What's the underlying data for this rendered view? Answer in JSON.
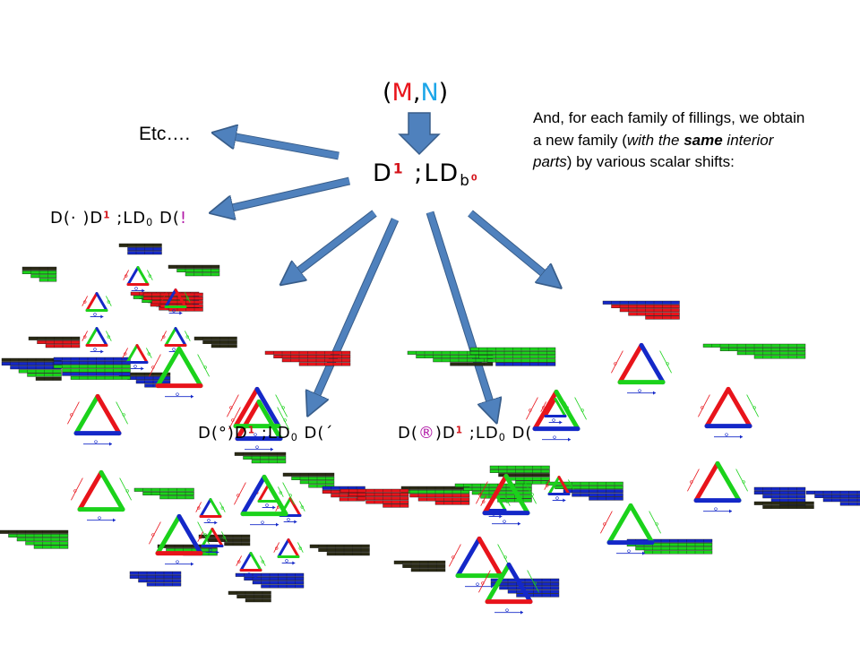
{
  "title": {
    "open": "(",
    "m": "M",
    "comma": ",",
    "n": "N",
    "close": ")"
  },
  "etc": "Etc….",
  "note": {
    "p1": "And, for each family of fillings, we obtain a new family (",
    "with": "with",
    "p2": " the ",
    "same": "same",
    "p3": " interior parts",
    "p4": ") by various scalar shifts:"
  },
  "formula_center": {
    "a": "D",
    "sup": "1",
    "b": " ;LD",
    "sub": "b",
    "subsup": "0"
  },
  "formula_left": {
    "a": "D(· )D",
    "sup": "1",
    "b": " ;LD",
    "sub": "0",
    "c": " D(",
    "d": "!"
  },
  "formula_mid1": {
    "a": "D(°)D",
    "sup": "1",
    "b": " ;LD",
    "sub": "0",
    "c": " D(´"
  },
  "formula_mid2": {
    "a": "D(",
    "mark": "®",
    "b": ")D",
    "sup": "1",
    "c": " ;LD",
    "sub": "0",
    "d": " D("
  },
  "colors": {
    "arrow": "#4f81bd",
    "arrow_stroke": "#385d8a",
    "red": "#e8141b",
    "green": "#1bd21b",
    "blue": "#1428c8",
    "dark": "#2a2a14"
  },
  "tableaux": [
    {
      "rows": [
        [
          0,
          4,
          "dark"
        ],
        [
          1,
          4,
          "green"
        ],
        [
          2,
          3,
          "green"
        ],
        [
          3,
          2,
          "green"
        ]
      ]
    },
    {
      "rows": [
        [
          0,
          5,
          "dark"
        ],
        [
          1,
          4,
          "blue"
        ],
        [
          2,
          4,
          "blue"
        ]
      ]
    },
    {
      "rows": [
        [
          0,
          6,
          "dark"
        ],
        [
          1,
          5,
          "green"
        ],
        [
          2,
          4,
          "green"
        ]
      ]
    },
    {
      "rows": [
        [
          0,
          8,
          "red"
        ],
        [
          1,
          7,
          "blue"
        ],
        [
          2,
          6,
          "blue"
        ],
        [
          3,
          5,
          "blue"
        ],
        [
          4,
          3,
          "red"
        ]
      ]
    },
    {
      "rows": [
        [
          0,
          6,
          "dark"
        ],
        [
          1,
          5,
          "red"
        ],
        [
          2,
          4,
          "red"
        ]
      ]
    },
    {
      "rows": [
        [
          0,
          5,
          "dark"
        ],
        [
          1,
          4,
          "dark"
        ],
        [
          2,
          3,
          "dark"
        ]
      ]
    },
    {
      "rows": [
        [
          0,
          7,
          "dark"
        ],
        [
          1,
          7,
          "blue"
        ],
        [
          2,
          6,
          "blue"
        ],
        [
          3,
          5,
          "green"
        ],
        [
          4,
          4,
          "green"
        ],
        [
          5,
          3,
          "dark"
        ]
      ]
    },
    {
      "rows": [
        [
          0,
          10,
          "red"
        ],
        [
          1,
          9,
          "red"
        ],
        [
          2,
          8,
          "red"
        ],
        [
          3,
          6,
          "red"
        ]
      ]
    },
    {
      "rows": [
        [
          0,
          10,
          "green"
        ],
        [
          1,
          9,
          "green"
        ],
        [
          2,
          7,
          "green"
        ],
        [
          3,
          5,
          "dark"
        ]
      ]
    },
    {
      "rows": [
        [
          0,
          9,
          "blue"
        ],
        [
          1,
          8,
          "red"
        ],
        [
          2,
          7,
          "red"
        ],
        [
          3,
          6,
          "red"
        ],
        [
          4,
          4,
          "red"
        ]
      ]
    },
    {
      "rows": [
        [
          0,
          12,
          "green"
        ],
        [
          1,
          10,
          "green"
        ],
        [
          2,
          8,
          "green"
        ],
        [
          3,
          6,
          "green"
        ]
      ]
    },
    {
      "rows": [
        [
          0,
          7,
          "green"
        ],
        [
          1,
          6,
          "green"
        ],
        [
          2,
          5,
          "red"
        ],
        [
          3,
          4,
          "red"
        ]
      ]
    },
    {
      "rows": [
        [
          0,
          6,
          "dark"
        ],
        [
          1,
          5,
          "blue"
        ],
        [
          2,
          4,
          "blue"
        ],
        [
          3,
          3,
          "blue"
        ]
      ]
    },
    {
      "rows": [
        [
          0,
          9,
          "blue"
        ],
        [
          1,
          9,
          "blue"
        ],
        [
          2,
          9,
          "green"
        ],
        [
          3,
          8,
          "green"
        ],
        [
          4,
          8,
          "blue"
        ],
        [
          5,
          7,
          "green"
        ]
      ]
    },
    {
      "rows": [
        [
          0,
          7,
          "red"
        ],
        [
          1,
          7,
          "red"
        ],
        [
          2,
          6,
          "red"
        ],
        [
          3,
          5,
          "red"
        ],
        [
          4,
          4,
          "red"
        ]
      ]
    },
    {
      "rows": [
        [
          0,
          8,
          "dark"
        ],
        [
          1,
          7,
          "green"
        ],
        [
          2,
          6,
          "green"
        ],
        [
          3,
          5,
          "green"
        ],
        [
          4,
          4,
          "green"
        ]
      ]
    },
    {
      "rows": [
        [
          0,
          7,
          "green"
        ],
        [
          1,
          6,
          "green"
        ],
        [
          2,
          4,
          "green"
        ]
      ]
    },
    {
      "rows": [
        [
          0,
          6,
          "dark"
        ],
        [
          1,
          5,
          "green"
        ],
        [
          2,
          4,
          "green"
        ]
      ]
    },
    {
      "rows": [
        [
          0,
          6,
          "blue"
        ],
        [
          1,
          6,
          "blue"
        ],
        [
          2,
          5,
          "blue"
        ],
        [
          3,
          4,
          "blue"
        ]
      ]
    },
    {
      "rows": [
        [
          0,
          5,
          "dark"
        ],
        [
          1,
          4,
          "dark"
        ],
        [
          2,
          3,
          "dark"
        ]
      ]
    },
    {
      "rows": [
        [
          0,
          6,
          "dark"
        ],
        [
          1,
          5,
          "green"
        ],
        [
          2,
          4,
          "green"
        ],
        [
          3,
          3,
          "green"
        ]
      ]
    },
    {
      "rows": [
        [
          0,
          5,
          "blue"
        ],
        [
          1,
          5,
          "red"
        ],
        [
          2,
          4,
          "red"
        ],
        [
          3,
          3,
          "red"
        ]
      ]
    },
    {
      "rows": [
        [
          0,
          8,
          "dark"
        ],
        [
          1,
          8,
          "green"
        ],
        [
          2,
          7,
          "red"
        ],
        [
          3,
          6,
          "red"
        ],
        [
          4,
          4,
          "red"
        ]
      ]
    },
    {
      "rows": [
        [
          0,
          7,
          "green"
        ],
        [
          1,
          7,
          "green"
        ],
        [
          2,
          6,
          "dark"
        ],
        [
          3,
          5,
          "green"
        ],
        [
          4,
          4,
          "green"
        ]
      ]
    },
    {
      "rows": [
        [
          0,
          8,
          "blue"
        ],
        [
          1,
          8,
          "blue"
        ],
        [
          2,
          7,
          "blue"
        ],
        [
          3,
          6,
          "blue"
        ],
        [
          4,
          5,
          "blue"
        ]
      ]
    },
    {
      "rows": [
        [
          0,
          9,
          "green"
        ],
        [
          1,
          8,
          "green"
        ],
        [
          2,
          7,
          "green"
        ],
        [
          3,
          6,
          "green"
        ],
        [
          4,
          4,
          "green"
        ]
      ]
    },
    {
      "rows": [
        [
          0,
          6,
          "blue"
        ],
        [
          1,
          6,
          "blue"
        ],
        [
          2,
          5,
          "blue"
        ],
        [
          3,
          4,
          "blue"
        ],
        [
          4,
          3,
          "blue"
        ]
      ]
    },
    {
      "rows": [
        [
          0,
          9,
          "green"
        ],
        [
          1,
          8,
          "green"
        ],
        [
          2,
          7,
          "blue"
        ],
        [
          3,
          6,
          "blue"
        ],
        [
          4,
          4,
          "blue"
        ]
      ]
    },
    {
      "rows": [
        [
          0,
          7,
          "dark"
        ],
        [
          1,
          6,
          "dark"
        ],
        [
          2,
          5,
          "dark"
        ]
      ]
    },
    {
      "rows": [
        [
          0,
          8,
          "blue"
        ],
        [
          1,
          7,
          "blue"
        ],
        [
          2,
          6,
          "blue"
        ],
        [
          3,
          5,
          "blue"
        ]
      ]
    },
    {
      "rows": [
        [
          0,
          6,
          "dark"
        ],
        [
          1,
          5,
          "dark"
        ],
        [
          2,
          3,
          "dark"
        ]
      ]
    },
    {
      "rows": [
        [
          0,
          7,
          "dark"
        ],
        [
          1,
          6,
          "green"
        ],
        [
          2,
          4,
          "green"
        ]
      ]
    },
    {
      "rows": [
        [
          0,
          6,
          "dark"
        ],
        [
          1,
          5,
          "dark"
        ],
        [
          2,
          4,
          "dark"
        ]
      ]
    },
    {
      "rows": [
        [
          0,
          8,
          "red"
        ],
        [
          1,
          7,
          "red"
        ],
        [
          2,
          6,
          "red"
        ],
        [
          3,
          5,
          "red"
        ],
        [
          4,
          3,
          "red"
        ]
      ]
    },
    {
      "rows": [
        [
          0,
          10,
          "green"
        ],
        [
          1,
          10,
          "green"
        ],
        [
          2,
          9,
          "green"
        ],
        [
          3,
          8,
          "green"
        ],
        [
          4,
          7,
          "blue"
        ]
      ]
    },
    {
      "rows": [
        [
          0,
          8,
          "blue"
        ],
        [
          1,
          7,
          "blue"
        ],
        [
          2,
          6,
          "blue"
        ],
        [
          3,
          4,
          "blue"
        ]
      ]
    },
    {
      "rows": [
        [
          0,
          10,
          "blue"
        ],
        [
          1,
          10,
          "green"
        ],
        [
          2,
          9,
          "green"
        ],
        [
          3,
          8,
          "green"
        ]
      ]
    },
    {
      "rows": [
        [
          0,
          7,
          "dark"
        ],
        [
          1,
          6,
          "dark"
        ]
      ]
    }
  ],
  "triangles": [
    {
      "l": "red",
      "r": "blue",
      "b": "green",
      "big": false
    },
    {
      "l": "blue",
      "r": "green",
      "b": "red",
      "big": false
    },
    {
      "l": "green",
      "r": "blue",
      "b": "red",
      "big": false
    },
    {
      "l": "blue",
      "r": "red",
      "b": "green",
      "big": false
    },
    {
      "l": "green",
      "r": "red",
      "b": "blue",
      "big": false
    },
    {
      "l": "green",
      "r": "blue",
      "b": "red",
      "big": false
    },
    {
      "l": "green",
      "r": "green",
      "b": "red",
      "big": true
    },
    {
      "l": "green",
      "r": "red",
      "b": "blue",
      "big": true
    },
    {
      "l": "red",
      "r": "green",
      "b": "green",
      "big": true
    },
    {
      "l": "green",
      "r": "blue",
      "b": "red",
      "big": true
    },
    {
      "l": "red",
      "r": "green",
      "b": "blue",
      "big": true
    },
    {
      "l": "blue",
      "r": "green",
      "b": "red",
      "big": false
    },
    {
      "l": "red",
      "r": "blue",
      "b": "green",
      "big": false
    },
    {
      "l": "green",
      "r": "red",
      "b": "blue",
      "big": false
    },
    {
      "l": "blue",
      "r": "red",
      "b": "green",
      "big": false
    },
    {
      "l": "red",
      "r": "green",
      "b": "blue",
      "big": true
    },
    {
      "l": "green",
      "r": "red",
      "b": "blue",
      "big": false
    },
    {
      "l": "blue",
      "r": "green",
      "b": "red",
      "big": false
    },
    {
      "l": "red",
      "r": "green",
      "b": "blue",
      "big": false
    },
    {
      "l": "blue",
      "r": "red",
      "b": "green",
      "big": true
    },
    {
      "l": "green",
      "r": "blue",
      "b": "red",
      "big": true
    },
    {
      "l": "green",
      "r": "red",
      "b": "blue",
      "big": false
    },
    {
      "l": "red",
      "r": "green",
      "b": "blue",
      "big": false
    },
    {
      "l": "red",
      "r": "blue",
      "b": "green",
      "big": true
    },
    {
      "l": "red",
      "r": "red",
      "b": "blue",
      "big": true
    },
    {
      "l": "red",
      "r": "green",
      "b": "blue",
      "big": true
    },
    {
      "l": "blue",
      "r": "green",
      "b": "green",
      "big": true
    },
    {
      "l": "red",
      "r": "blue",
      "b": "green",
      "big": true
    },
    {
      "l": "green",
      "r": "green",
      "b": "blue",
      "big": true
    },
    {
      "l": "red",
      "r": "green",
      "b": "blue",
      "big": true
    }
  ]
}
